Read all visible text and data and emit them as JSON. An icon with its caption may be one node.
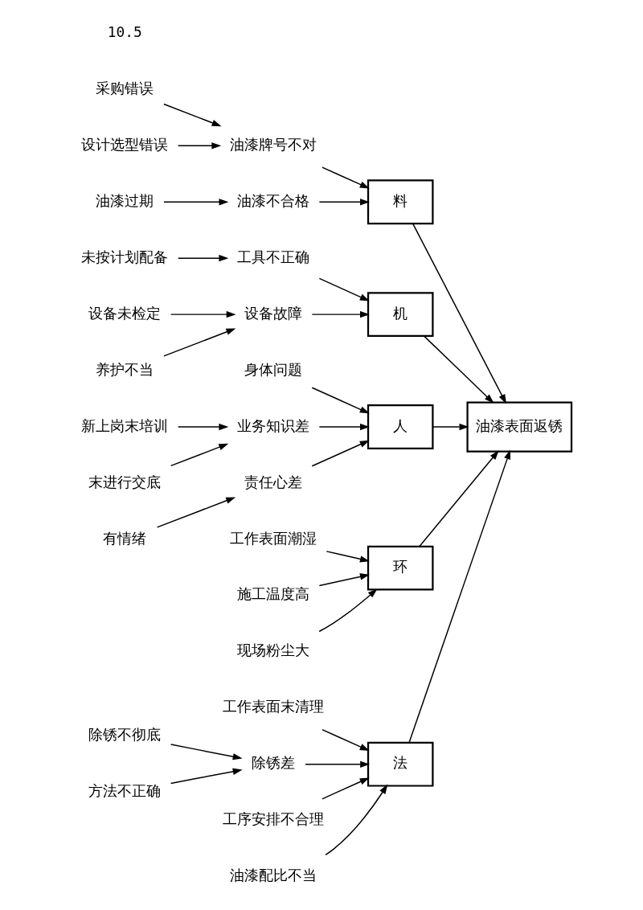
{
  "diagram": {
    "nodes": [
      {
        "text": [
          "油漆表面返锈"
        ]
      },
      {
        "text": [
          "料"
        ]
      },
      {
        "text": [
          "油漆牌号不对"
        ]
      },
      {
        "text": [
          "采购错误"
        ]
      },
      {
        "text": [
          "设计选型错误"
        ]
      },
      {
        "text": [
          "油漆不合格"
        ]
      },
      {
        "text": [
          "油漆过期"
        ]
      },
      {
        "text": [
          "机"
        ]
      },
      {
        "text": [
          "工具不正确"
        ]
      },
      {
        "text": [
          "未按计划配备"
        ]
      },
      {
        "text": [
          "设备故障"
        ]
      },
      {
        "text": [
          "设备未检定"
        ]
      },
      {
        "text": [
          "养护不当"
        ]
      },
      {
        "text": [
          "人"
        ]
      },
      {
        "text": [
          "身体问题"
        ]
      },
      {
        "text": [
          "业务知识差"
        ]
      },
      {
        "text": [
          "新上岗末培训"
        ]
      },
      {
        "text": [
          "末进行交底"
        ]
      },
      {
        "text": [
          "责任心差"
        ]
      },
      {
        "text": [
          "有情绪"
        ]
      },
      {
        "text": [
          "环"
        ]
      },
      {
        "text": [
          "工作表面潮湿"
        ]
      },
      {
        "text": [
          "施工温度高"
        ]
      },
      {
        "text": [
          "现场粉尘大"
        ]
      },
      {
        "text": [
          "法"
        ]
      },
      {
        "text": [
          "工作表面末清理"
        ]
      },
      {
        "text": [
          "除锈差"
        ]
      },
      {
        "text": [
          "除锈不彻底"
        ]
      },
      {
        "text": [
          "方法不正确"
        ]
      },
      {
        "text": [
          "工序安排不合理"
        ]
      },
      {
        "text": [
          "油漆配比不当"
        ]
      }
    ],
    "edges": [
      {
        "from": 1,
        "to": 0,
        "arrow": "to"
      },
      {
        "from": 2,
        "to": 1,
        "arrow": "to"
      },
      {
        "from": 3,
        "to": 2,
        "arrow": "to"
      },
      {
        "from": 4,
        "to": 2,
        "arrow": "to"
      },
      {
        "from": 5,
        "to": 1,
        "arrow": "to"
      },
      {
        "from": 6,
        "to": 5,
        "arrow": "to"
      },
      {
        "from": 7,
        "to": 0,
        "arrow": "to"
      },
      {
        "from": 8,
        "to": 7,
        "arrow": "to"
      },
      {
        "from": 9,
        "to": 8,
        "arrow": "to"
      },
      {
        "from": 10,
        "to": 7,
        "arrow": "to"
      },
      {
        "from": 11,
        "to": 10,
        "arrow": "to"
      },
      {
        "from": 12,
        "to": 10,
        "arrow": "to"
      },
      {
        "from": 13,
        "to": 0,
        "arrow": "to"
      },
      {
        "from": 14,
        "to": 13,
        "arrow": "to"
      },
      {
        "from": 15,
        "to": 13,
        "arrow": "to"
      },
      {
        "from": 16,
        "to": 15,
        "arrow": "to"
      },
      {
        "from": 17,
        "to": 15,
        "arrow": "to"
      },
      {
        "from": 18,
        "to": 13,
        "arrow": "to"
      },
      {
        "from": 19,
        "to": 18,
        "arrow": "to"
      },
      {
        "from": 20,
        "to": 0,
        "arrow": "to"
      },
      {
        "from": 21,
        "to": 20,
        "arrow": "to"
      },
      {
        "from": 22,
        "to": 20,
        "arrow": "to"
      },
      {
        "from": 23,
        "to": 20,
        "arrow": "to"
      },
      {
        "from": 24,
        "to": 0,
        "arrow": "to"
      },
      {
        "from": 25,
        "to": 24,
        "arrow": "to"
      },
      {
        "from": 26,
        "to": 24,
        "arrow": "to"
      },
      {
        "from": 27,
        "to": 26,
        "arrow": "to"
      },
      {
        "from": 28,
        "to": 26,
        "arrow": "to"
      },
      {
        "from": 29,
        "to": 24,
        "arrow": "to"
      },
      {
        "from": 30,
        "to": 24,
        "arrow": "to"
      }
    ],
    "labels": [
      "10.5"
    ]
  }
}
